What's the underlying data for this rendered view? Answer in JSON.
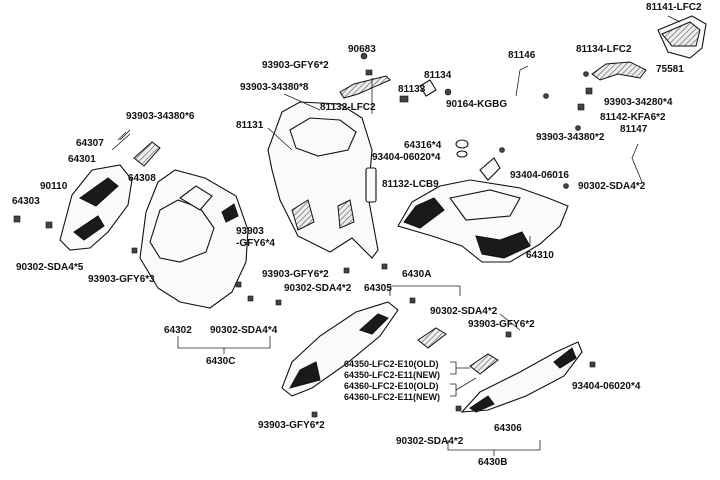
{
  "labels": {
    "p81141": "81141-LFC2",
    "p90683": "90683",
    "p93903_gfy6_2a": "93903-GFY6*2",
    "p81134_lfc2": "81134-LFC2",
    "p81146": "81146",
    "p75581": "75581",
    "p93903_34380_8": "93903-34380*8",
    "p81134": "81134",
    "p81133": "81133",
    "p90164": "90164-KGBG",
    "p81132_lfc2": "81132-LFC2",
    "p93903_34280_4": "93903-34280*4",
    "p81142": "81142-KFA6*2",
    "p93903_34380_6": "93903-34380*6",
    "p81131": "81131",
    "p93903_34380_2": "93903-34380*2",
    "p81147": "81147",
    "p64307": "64307",
    "p64316": "64316*4",
    "p93404_06020_4a": "93404-06020*4",
    "p64301": "64301",
    "p64308": "64308",
    "p81132_lcb9": "81132-LCB9",
    "p93404_06016": "93404-06016",
    "p90110": "90110",
    "p90302_sda4_2a": "90302-SDA4*2",
    "p64303": "64303",
    "p93903_gfy6_4a": "93903",
    "p93903_gfy6_4b": "-GFY6*4",
    "p64310": "64310",
    "p90302_sda4_5": "90302-SDA4*5",
    "p93903_gfy6_2b": "93903-GFY6*2",
    "p6430A": "6430A",
    "p93903_gfy6_3": "93903-GFY6*3",
    "p90302_sda4_2b": "90302-SDA4*2",
    "p64305": "64305",
    "p90302_sda4_2c": "90302-SDA4*2",
    "p64302": "64302",
    "p90302_sda4_4": "90302-SDA4*4",
    "p93903_gfy6_2c": "93903-GFY6*2",
    "p6430C": "6430C",
    "p64350_old": "64350-LFC2-E10(OLD)",
    "p64350_new": "64350-LFC2-E11(NEW)",
    "p64360_old": "64360-LFC2-E10(OLD)",
    "p64360_new": "64360-LFC2-E11(NEW)",
    "p93404_06020_4b": "93404-06020*4",
    "p64306": "64306",
    "p93903_gfy6_2d": "93903-GFY6*2",
    "p90302_sda4_2d": "90302-SDA4*2",
    "p6430B": "6430B"
  }
}
